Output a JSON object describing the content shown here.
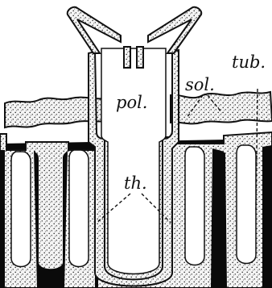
{
  "labels": {
    "polyp": "pol.",
    "solenia": "sol.",
    "tubule": "tub.",
    "theca": "th."
  },
  "colors": {
    "ink": "#111111",
    "stipple": "#f3f3f3",
    "background": "#ffffff"
  }
}
